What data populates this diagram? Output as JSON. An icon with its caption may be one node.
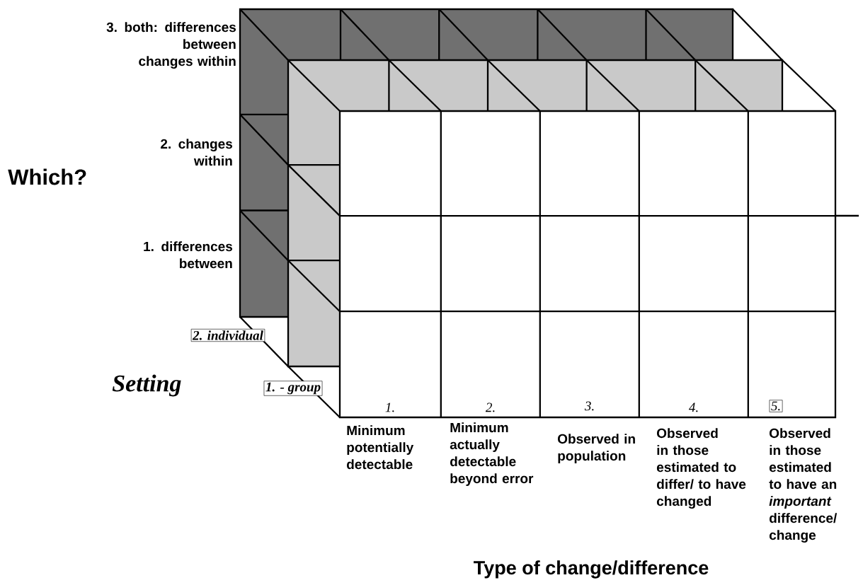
{
  "diagram": {
    "nodes": [
      {
        "text": [
          "2. individual"
        ]
      },
      {
        "text": [
          "1. - group"
        ]
      },
      {
        "text": [
          "5."
        ]
      }
    ],
    "labels": [
      "3. both: differences between changes within",
      "2. changes within",
      "Which?",
      "1. differences between",
      "Setting",
      "1.",
      "2.",
      "3.",
      "4.",
      "Minimum potentially detectable",
      "Minimum actually detectable beyond error",
      "Observed in population",
      "Observed in those estimated to differ/ to have changed",
      "Observed in those estimated to have an *important* difference/ change",
      "Type of change/difference"
    ]
  }
}
